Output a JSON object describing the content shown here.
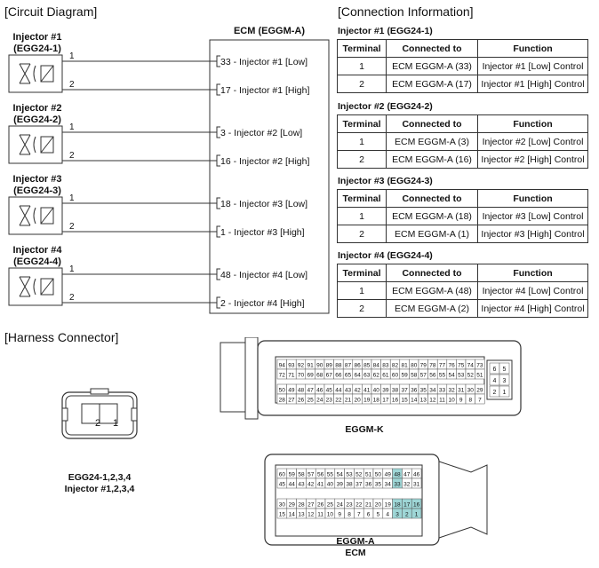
{
  "headers": {
    "circuit": "[Circuit Diagram]",
    "connection": "[Connection Information]",
    "harness": "[Harness Connector]"
  },
  "ecm_title": "ECM (EGGM-A)",
  "injectors": [
    {
      "label1": "Injector #1",
      "label2": "(EGG24-1)",
      "pin1": "1",
      "pin2": "2",
      "low": "33 - Injector #1 [Low]",
      "high": "17 - Injector #1 [High]"
    },
    {
      "label1": "Injector #2",
      "label2": "(EGG24-2)",
      "pin1": "1",
      "pin2": "2",
      "low": "3 - Injector #2 [Low]",
      "high": "16 - Injector #2 [High]"
    },
    {
      "label1": "Injector #3",
      "label2": "(EGG24-3)",
      "pin1": "1",
      "pin2": "2",
      "low": "18 - Injector #3 [Low]",
      "high": "1 - Injector #3 [High]"
    },
    {
      "label1": "Injector #4",
      "label2": "(EGG24-4)",
      "pin1": "1",
      "pin2": "2",
      "low": "48 - Injector #4 [Low]",
      "high": "2 - Injector #4 [High]"
    }
  ],
  "table_headers": [
    "Terminal",
    "Connected to",
    "Function"
  ],
  "tables": [
    {
      "title": "Injector #1 (EGG24-1)",
      "rows": [
        [
          "1",
          "ECM EGGM-A (33)",
          "Injector #1 [Low] Control"
        ],
        [
          "2",
          "ECM EGGM-A (17)",
          "Injector #1 [High] Control"
        ]
      ]
    },
    {
      "title": "Injector #2 (EGG24-2)",
      "rows": [
        [
          "1",
          "ECM EGGM-A (3)",
          "Injector #2 [Low] Control"
        ],
        [
          "2",
          "ECM EGGM-A (16)",
          "Injector #2 [High] Control"
        ]
      ]
    },
    {
      "title": "Injector #3 (EGG24-3)",
      "rows": [
        [
          "1",
          "ECM EGGM-A (18)",
          "Injector #3 [Low] Control"
        ],
        [
          "2",
          "ECM EGGM-A (1)",
          "Injector #3 [High] Control"
        ]
      ]
    },
    {
      "title": "Injector #4 (EGG24-4)",
      "rows": [
        [
          "1",
          "ECM EGGM-A (48)",
          "Injector #4 [Low] Control"
        ],
        [
          "2",
          "ECM EGGM-A (2)",
          "Injector #4 [High] Control"
        ]
      ]
    }
  ],
  "harness": {
    "small_connector": {
      "pins": [
        "2",
        "1"
      ],
      "caption1": "EGG24-1,2,3,4",
      "caption2": "Injector #1,2,3,4"
    },
    "eggm_k": {
      "caption": "EGGM-K",
      "rows": [
        [
          "94",
          "93",
          "92",
          "91",
          "90",
          "89",
          "88",
          "87",
          "86",
          "85",
          "84",
          "83",
          "82",
          "81",
          "80",
          "79",
          "78",
          "77",
          "76",
          "75",
          "74",
          "73"
        ],
        [
          "72",
          "71",
          "70",
          "69",
          "68",
          "67",
          "66",
          "65",
          "64",
          "63",
          "62",
          "61",
          "60",
          "59",
          "58",
          "57",
          "56",
          "55",
          "54",
          "53",
          "52",
          "51"
        ],
        [
          "50",
          "49",
          "48",
          "47",
          "46",
          "45",
          "44",
          "43",
          "42",
          "41",
          "40",
          "39",
          "38",
          "37",
          "36",
          "35",
          "34",
          "33",
          "32",
          "31",
          "30",
          "29"
        ],
        [
          "28",
          "27",
          "26",
          "25",
          "24",
          "23",
          "22",
          "21",
          "20",
          "19",
          "18",
          "17",
          "16",
          "15",
          "14",
          "13",
          "12",
          "11",
          "10",
          "9",
          "8",
          "7"
        ]
      ],
      "side_rows": [
        [
          "6",
          "5"
        ],
        [
          "4",
          "3"
        ],
        [
          "2",
          "1"
        ]
      ]
    },
    "eggm_a": {
      "caption1": "EGGM-A",
      "caption2": "ECM",
      "highlight_color": "#9ed6d6",
      "highlighted": [
        "48",
        "33",
        "18",
        "17",
        "16",
        "3",
        "2",
        "1"
      ],
      "rows": [
        [
          "60",
          "59",
          "58",
          "57",
          "56",
          "55",
          "54",
          "53",
          "52",
          "51",
          "50",
          "49",
          "48",
          "47",
          "46"
        ],
        [
          "45",
          "44",
          "43",
          "42",
          "41",
          "40",
          "39",
          "38",
          "37",
          "36",
          "35",
          "34",
          "33",
          "32",
          "31"
        ],
        [
          "30",
          "29",
          "28",
          "27",
          "26",
          "25",
          "24",
          "23",
          "22",
          "21",
          "20",
          "19",
          "18",
          "17",
          "16"
        ],
        [
          "15",
          "14",
          "13",
          "12",
          "11",
          "10",
          "9",
          "8",
          "7",
          "6",
          "5",
          "4",
          "3",
          "2",
          "1"
        ]
      ]
    }
  }
}
